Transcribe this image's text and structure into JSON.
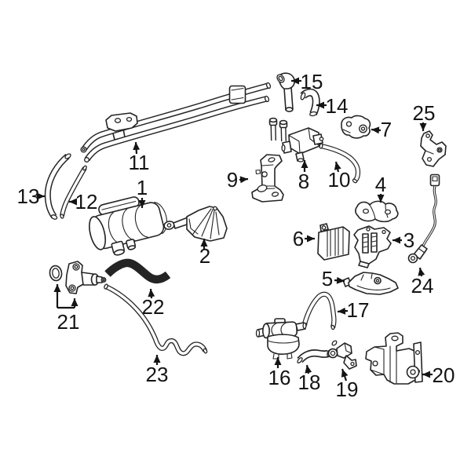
{
  "diagram": {
    "background_color": "#ffffff",
    "line_color": "#242424",
    "label_color": "#141414",
    "highlighted_part": {
      "label": "22",
      "fill_color": "#3d5fc4",
      "outline_color": "#1b2a5e"
    },
    "callouts": [
      {
        "label": "1"
      },
      {
        "label": "2"
      },
      {
        "label": "3"
      },
      {
        "label": "4"
      },
      {
        "label": "5"
      },
      {
        "label": "6"
      },
      {
        "label": "7"
      },
      {
        "label": "8"
      },
      {
        "label": "9"
      },
      {
        "label": "10"
      },
      {
        "label": "11"
      },
      {
        "label": "12"
      },
      {
        "label": "13"
      },
      {
        "label": "14"
      },
      {
        "label": "15"
      },
      {
        "label": "16"
      },
      {
        "label": "17"
      },
      {
        "label": "18"
      },
      {
        "label": "19"
      },
      {
        "label": "20"
      },
      {
        "label": "21"
      },
      {
        "label": "22"
      },
      {
        "label": "23"
      },
      {
        "label": "24"
      },
      {
        "label": "25"
      }
    ]
  }
}
